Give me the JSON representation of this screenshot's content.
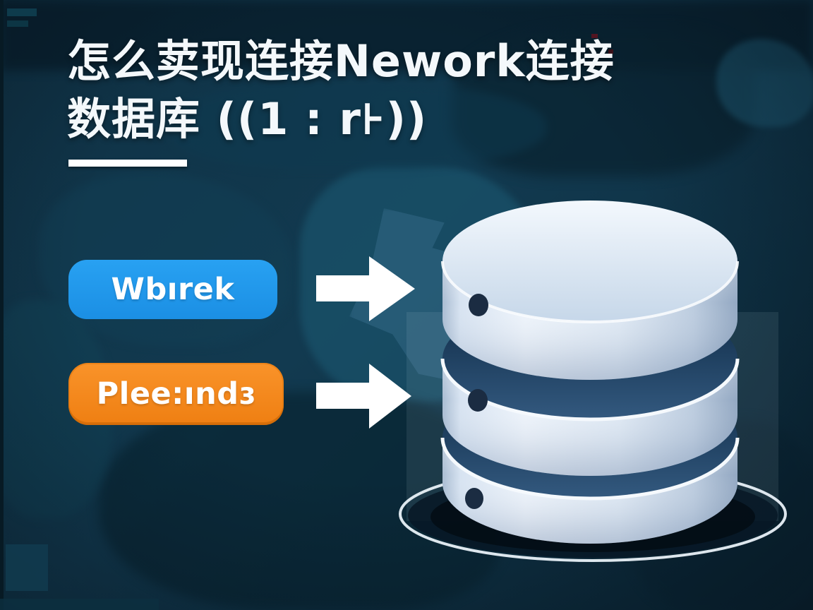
{
  "page": {
    "kind": "promo-diagram-thumbnail",
    "language": "zh-CN"
  },
  "title": {
    "line1": "怎么荬现连接Nework连接",
    "line2": "数据库 ((1 : r⊦))",
    "text_color": "#f4f8fb",
    "underline_color": "#ffffff"
  },
  "buttons": [
    {
      "label": "Wbırek",
      "color": "#1e97ed"
    },
    {
      "label": "Plee:ındɜ",
      "color": "#f6891e"
    }
  ],
  "arrows": {
    "icon": "right-arrow-icon",
    "color": "#ffffff",
    "count": 2
  },
  "database": {
    "name": "database-cylinder",
    "disk_count": 3,
    "indicator_dots": 3,
    "body_color_light": "#eef4fb",
    "body_color_dark": "#9db1ca",
    "gap_color": "#2e5680",
    "dot_color": "#1b2c42",
    "base_ring_color": "#e9f1f8",
    "shadow_color": "#05121c"
  },
  "background": {
    "base_color": "#0f3144",
    "map_light_color": "#1b5871",
    "map_land_color": "#3a6f8e",
    "dark_patch_color": "#092634"
  }
}
